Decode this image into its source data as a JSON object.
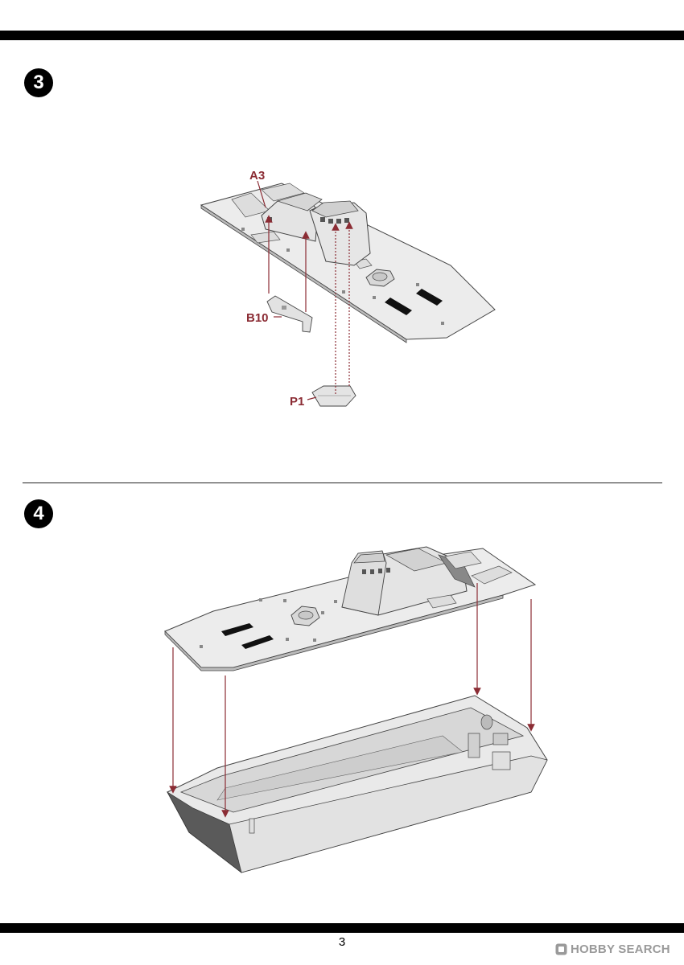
{
  "steps": [
    {
      "number": "3",
      "parts": [
        "A3",
        "B10",
        "P1"
      ]
    },
    {
      "number": "4"
    }
  ],
  "page_number": "3",
  "watermark": {
    "text": "HOBBY SEARCH"
  },
  "colors": {
    "arrow": "#8b2c34",
    "part_fill": "#ececec",
    "outline": "#444444"
  }
}
